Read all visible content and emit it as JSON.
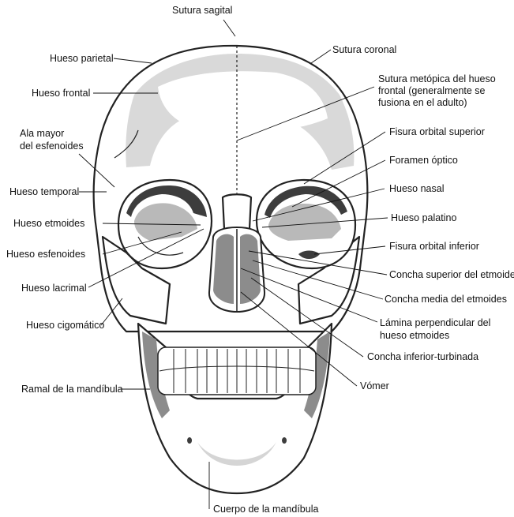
{
  "labels": {
    "sutura_sagital": "Sutura sagital",
    "sutura_coronal": "Sutura coronal",
    "hueso_parietal": "Hueso parietal",
    "hueso_frontal": "Hueso frontal",
    "sutura_metopica_1": "Sutura metópica del hueso",
    "sutura_metopica_2": "frontal (generalmente se",
    "sutura_metopica_3": "fusiona en el adulto)",
    "ala_mayor_1": "Ala mayor",
    "ala_mayor_2": "del esfenoides",
    "fisura_orbital_superior": "Fisura orbital superior",
    "foramen_optico": "Foramen óptico",
    "hueso_temporal": "Hueso temporal",
    "hueso_nasal": "Hueso nasal",
    "hueso_etmoides": "Hueso etmoides",
    "hueso_palatino": "Hueso palatino",
    "hueso_esfenoides": "Hueso esfenoides",
    "fisura_orbital_inferior": "Fisura orbital inferior",
    "concha_superior": "Concha superior del etmoides",
    "hueso_lacrimal": "Hueso lacrimal",
    "concha_media": "Concha media del etmoides",
    "hueso_cigomatico": "Hueso cigomático",
    "lamina_perpendicular_1": "Lámina perpendicular del",
    "lamina_perpendicular_2": "hueso etmoides",
    "concha_inferior": "Concha inferior-turbinada",
    "vomer": "Vómer",
    "ramal_mandibula": "Ramal de la mandíbula",
    "cuerpo_mandibula": "Cuerpo de la mandíbula"
  }
}
